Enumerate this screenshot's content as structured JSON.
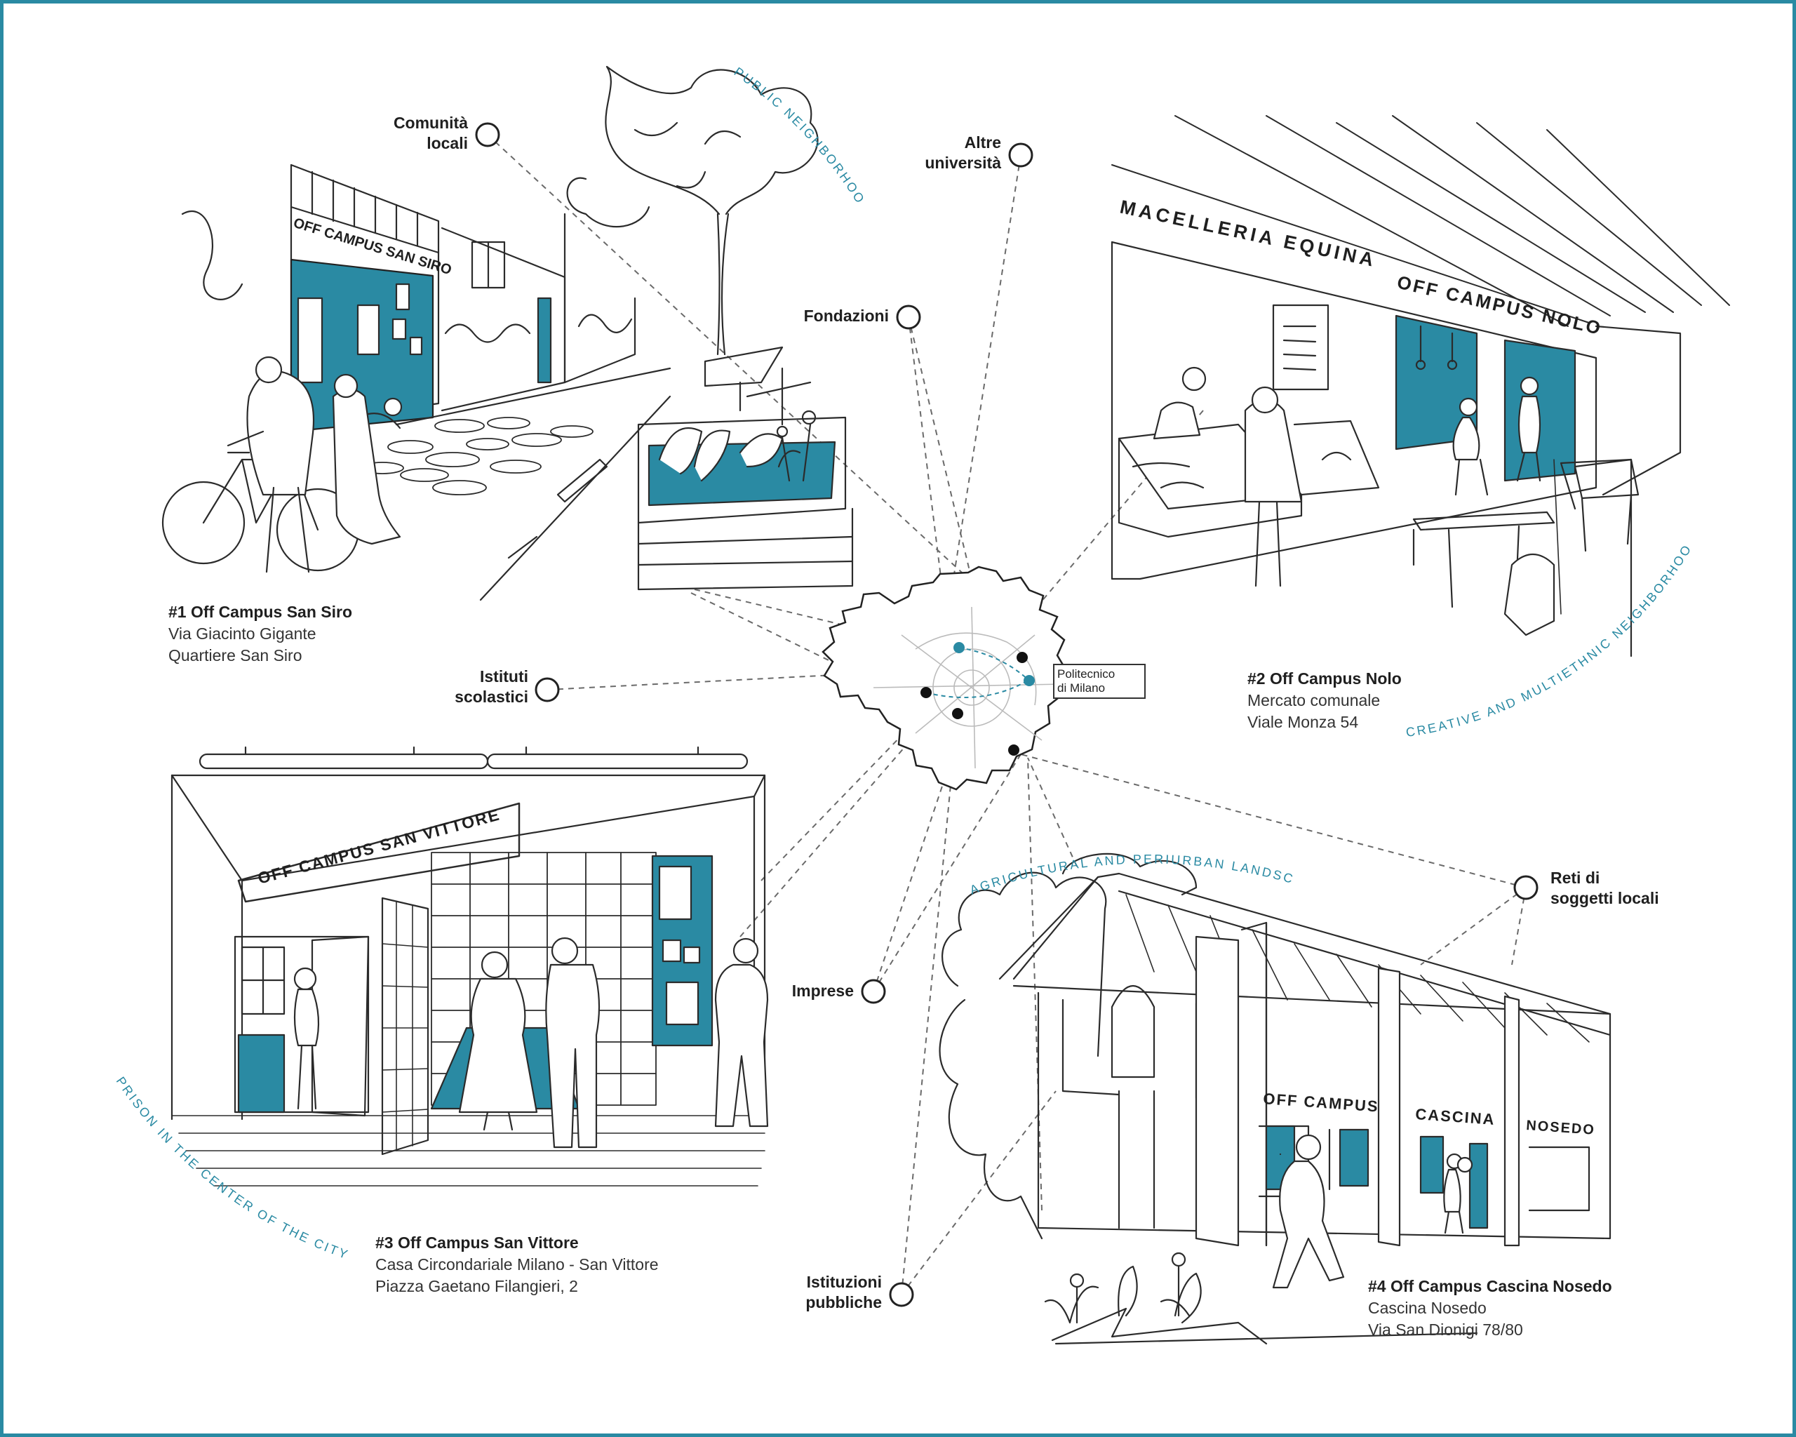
{
  "stakeholders": [
    {
      "id": "comunita",
      "label": "Comunità\nlocali"
    },
    {
      "id": "altre",
      "label": "Altre\nuniversità"
    },
    {
      "id": "fondazioni",
      "label": "Fondazioni"
    },
    {
      "id": "istituti",
      "label": "Istituti\nscolastici"
    },
    {
      "id": "imprese",
      "label": "Imprese"
    },
    {
      "id": "istituzioni",
      "label": "Istituzioni\npubbliche"
    },
    {
      "id": "reti",
      "label": "Reti di\nsoggetti locali"
    }
  ],
  "campuses": [
    {
      "title": "#1 Off Campus San Siro",
      "line1": "Via Giacinto Gigante",
      "line2": "Quartiere San Siro"
    },
    {
      "title": "#2 Off Campus Nolo",
      "line1": "Mercato comunale",
      "line2": "Viale Monza 54"
    },
    {
      "title": "#3 Off Campus San Vittore",
      "line1": "Casa Circondariale Milano - San Vittore",
      "line2": "Piazza Gaetano Filangieri, 2"
    },
    {
      "title": "#4 Off Campus Cascina Nosedo",
      "line1": "Cascina Nosedo",
      "line2": "Via San Dionigi 78/80"
    }
  ],
  "signs": {
    "san_siro": "OFF CAMPUS SAN SIRO",
    "macelleria": "MACELLERIA EQUINA",
    "nolo": "OFF CAMPUS NOLO",
    "san_vittore": "OFF CAMPUS SAN VITTORE",
    "cascina_1": "OFF CAMPUS",
    "cascina_2": "CASCINA",
    "cascina_3": "NOSEDO"
  },
  "arc_labels": {
    "public": "PUBLIC NEIGHBORHOOD",
    "creative": "CREATIVE AND MULTIETHNIC NEIGHBORHOOD",
    "prison": "PRISON IN THE CENTER OF THE CITY",
    "agri": "AGRICULTURAL AND PERIURBAN LANDSCAPE"
  },
  "map": {
    "politecnico": "Politecnico\ndi Milano"
  },
  "colors": {
    "accent": "#2a8aa3",
    "ink": "#2b2b2b",
    "frame": "#2a8aa3"
  }
}
